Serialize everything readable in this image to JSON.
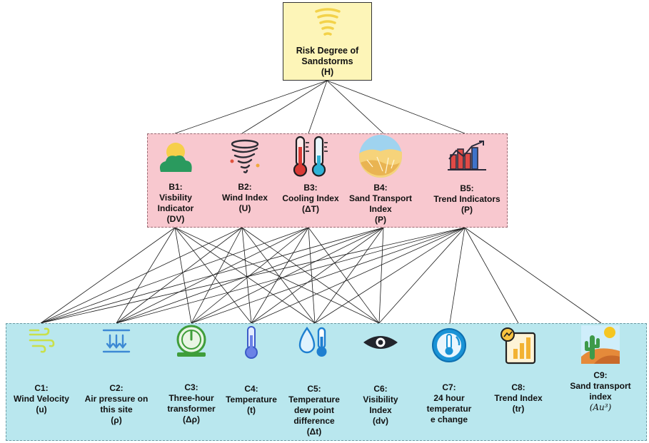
{
  "goal": {
    "label": "Risk Degree of\nSandstorms",
    "symbol": "(H)",
    "icon": "tornado-icon"
  },
  "criteria": [
    {
      "id": "b1",
      "label": "B1:\nVisbility\nIndicator",
      "symbol": "(DV)",
      "icon": "sun-cloud-icon"
    },
    {
      "id": "b2",
      "label": "B2:\nWind Index",
      "symbol": "(U)",
      "icon": "tornado-icon"
    },
    {
      "id": "b3",
      "label": "B3:\nCooling Index",
      "symbol": "(ΔT)",
      "icon": "thermometers-icon"
    },
    {
      "id": "b4",
      "label": "B4:\nSand Transport\nIndex",
      "symbol": "(P)",
      "icon": "desert-globe-icon"
    },
    {
      "id": "b5",
      "label": "B5:\nTrend Indicators",
      "symbol": "(P)",
      "icon": "trend-chart-icon"
    }
  ],
  "alternatives": [
    {
      "id": "c1",
      "label": "C1:\nWind Velocity",
      "symbol": "(u)",
      "icon": "wind-icon"
    },
    {
      "id": "c2",
      "label": "C2:\nAir pressure on\nthis site",
      "symbol": "(ρ)",
      "icon": "pressure-arrows-icon"
    },
    {
      "id": "c3",
      "label": "C3:\nThree-hour\ntransformer",
      "symbol": "(Δρ)",
      "icon": "gauge-icon"
    },
    {
      "id": "c4",
      "label": "C4:\nTemperature",
      "symbol": "(t)",
      "icon": "thermometer-icon"
    },
    {
      "id": "c5",
      "label": "C5:\nTemperature\ndew point\ndifference",
      "symbol": "(Δt)",
      "icon": "dew-thermometer-icon"
    },
    {
      "id": "c6",
      "label": "C6:\nVisibility\nIndex",
      "symbol": "(dv)",
      "icon": "eye-icon"
    },
    {
      "id": "c7",
      "label": "C7:\n24 hour\ntemperatur\ne change",
      "symbol": "",
      "icon": "temperature-change-icon"
    },
    {
      "id": "c8",
      "label": "C8:\nTrend Index",
      "symbol": "(tr)",
      "icon": "trend-index-icon"
    },
    {
      "id": "c9",
      "label": "C9:\nSand transport\nindex",
      "symbol": "(Au³)",
      "icon": "desert-cactus-icon"
    }
  ],
  "links": {
    "goal_to_criteria": [
      "b1",
      "b2",
      "b3",
      "b4",
      "b5"
    ],
    "criteria_to_alternatives": {
      "b1": [
        "c1",
        "c2",
        "c3",
        "c4",
        "c5",
        "c6"
      ],
      "b2": [
        "c1",
        "c2",
        "c3",
        "c4",
        "c5",
        "c6"
      ],
      "b3": [
        "c1",
        "c2",
        "c3",
        "c4",
        "c5",
        "c6"
      ],
      "b4": [
        "c1",
        "c2",
        "c3",
        "c4",
        "c5",
        "c6"
      ],
      "b5": [
        "c1",
        "c2",
        "c3",
        "c4",
        "c5",
        "c6",
        "c7",
        "c8",
        "c9"
      ]
    }
  }
}
